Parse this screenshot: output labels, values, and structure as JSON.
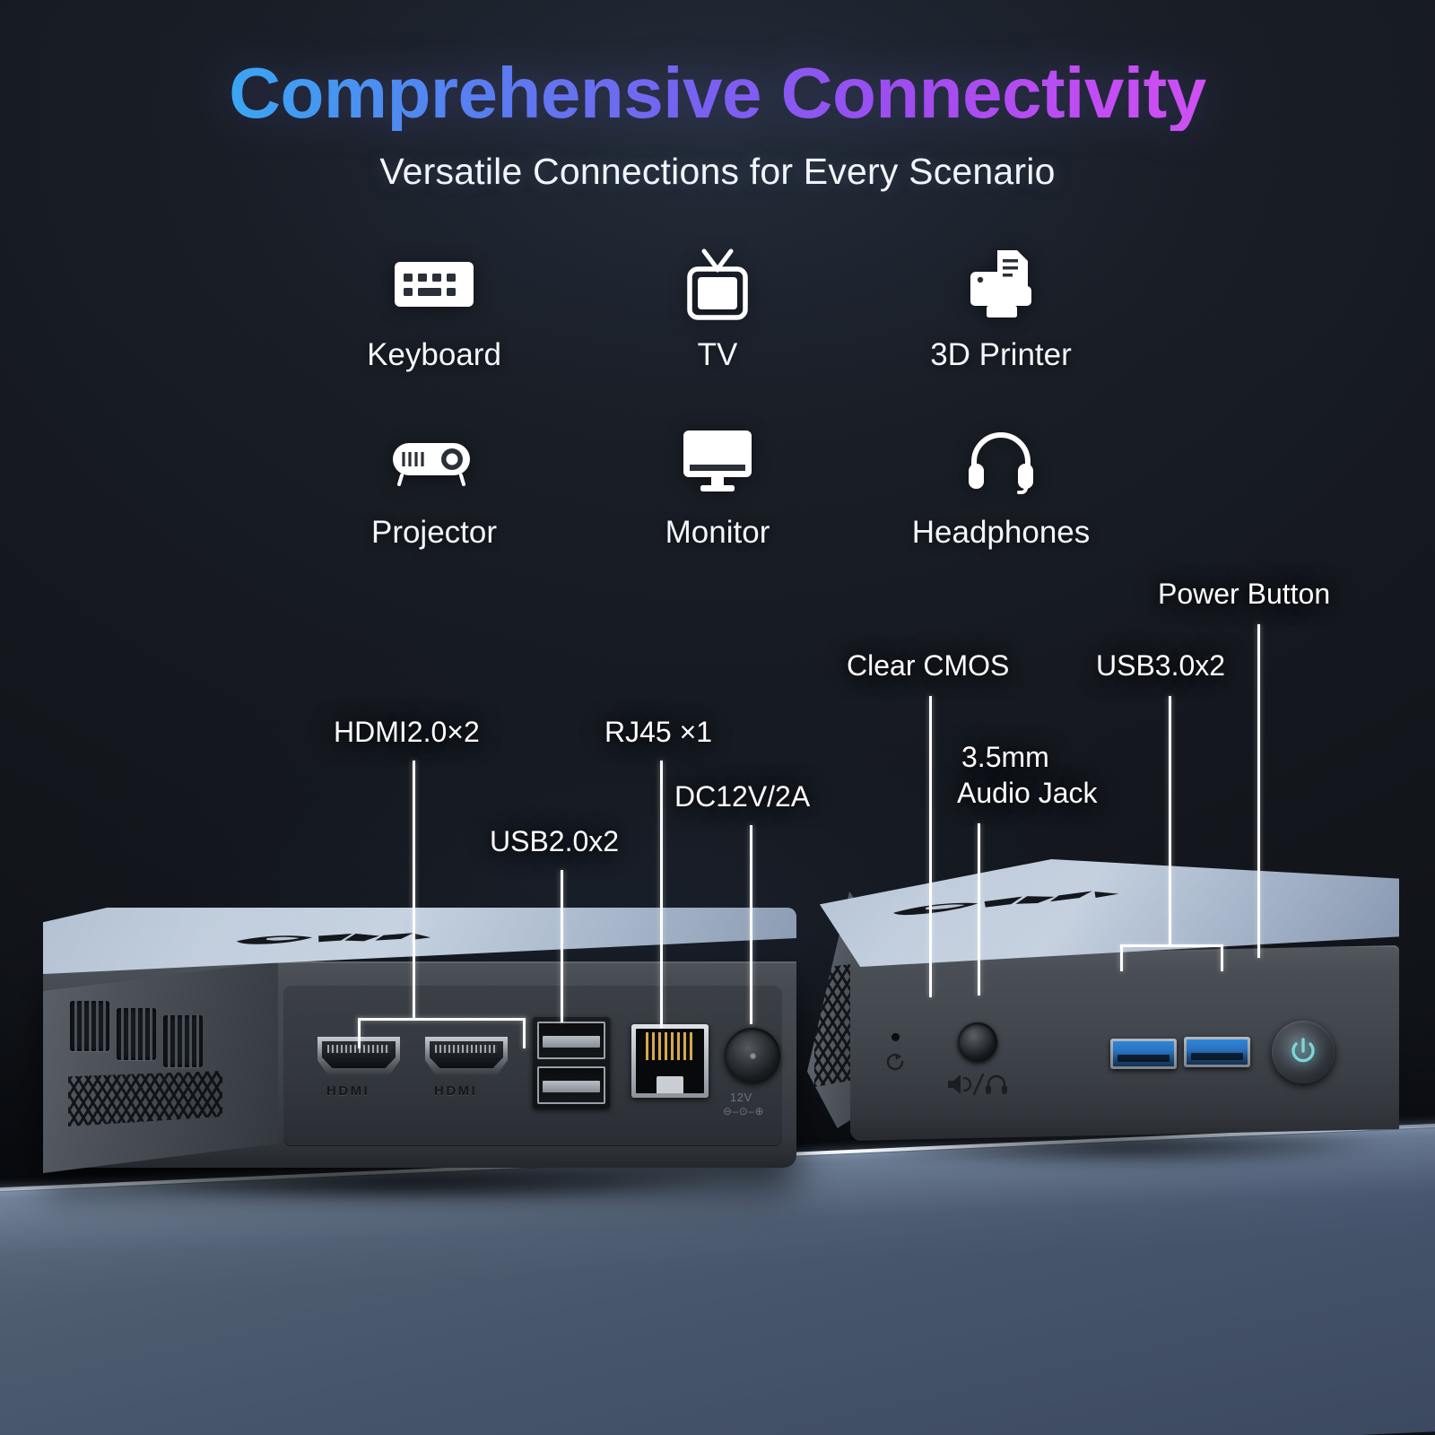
{
  "header": {
    "title": "Comprehensive Connectivity",
    "subtitle": "Versatile Connections for Every Scenario",
    "title_gradient": [
      "#2ec4f5",
      "#5a7cf0",
      "#a24bf0",
      "#d95cf5"
    ]
  },
  "devices_grid": {
    "row1": [
      {
        "icon": "keyboard-icon",
        "label": "Keyboard"
      },
      {
        "icon": "tv-icon",
        "label": "TV"
      },
      {
        "icon": "3d-printer-icon",
        "label": "3D Printer"
      }
    ],
    "row2": [
      {
        "icon": "projector-icon",
        "label": "Projector"
      },
      {
        "icon": "monitor-icon",
        "label": "Monitor"
      },
      {
        "icon": "headphones-icon",
        "label": "Headphones"
      }
    ]
  },
  "callouts": {
    "hdmi": "HDMI2.0×2",
    "usb2": "USB2.0x2",
    "rj45": "RJ45 ×1",
    "dc": "DC12V/2A",
    "clear_cmos": "Clear CMOS",
    "audio_line1": "3.5mm",
    "audio_line2": "Audio Jack",
    "usb3": "USB3.0x2",
    "power_button": "Power Button"
  },
  "ports": {
    "hdmi_port_label": "HDMI",
    "dc_marking_line1": "12V",
    "dc_marking_line2": "⊖–⊙–⊕"
  },
  "brand": {
    "logo_name": "bmax-logo"
  },
  "colors": {
    "background": "#14171d",
    "floor": "#4a5566",
    "floor_edge": "#ffffff",
    "accent_power": "#7fd4d8",
    "usb3_blue": "#2f86d8",
    "rj45_pin_gold": "#d6a94e",
    "label_text": "#ffffff"
  }
}
